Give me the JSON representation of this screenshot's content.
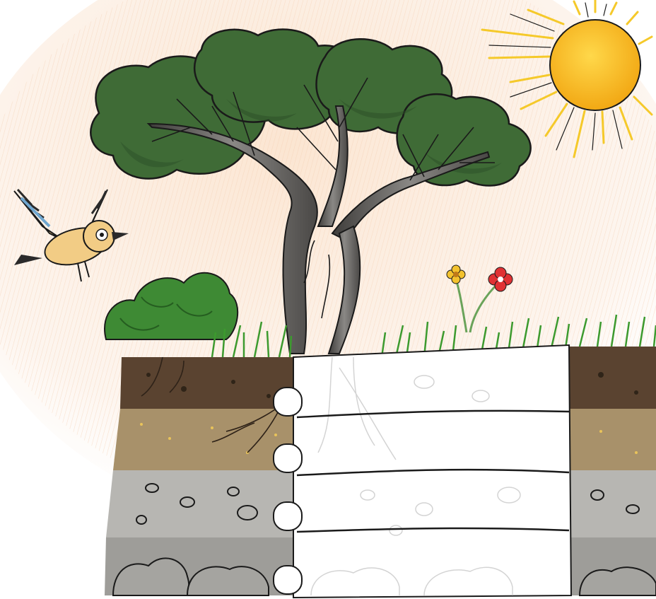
{
  "scene": {
    "elements": [
      "sun-icon",
      "tree-icon",
      "bird-icon",
      "bush-icon",
      "flower-icon",
      "grass",
      "soil-layers",
      "soil-cutaway",
      "label-boxes"
    ]
  },
  "colors": {
    "sky_wash": "#fbe9d9",
    "sun": "#f7b51b",
    "sun_ray": "#f5c92a",
    "foliage": "#3f6b36",
    "foliage_dark": "#2c4f27",
    "trunk": "#6f6d6a",
    "bush": "#3e8a34",
    "grass": "#3c9a2e",
    "topsoil": "#5a4330",
    "subsoil": "#a8916a",
    "gravel": "#b7b6b2",
    "bedrock": "#9e9d99",
    "bird_body": "#f2cc85",
    "flower_red": "#e03234",
    "flower_yellow": "#f3c22e"
  },
  "soil_layers": [
    {
      "name": "topsoil-layer",
      "label": ""
    },
    {
      "name": "subsoil-layer",
      "label": ""
    },
    {
      "name": "gravel-layer",
      "label": ""
    },
    {
      "name": "bedrock-layer",
      "label": ""
    }
  ],
  "label_boxes": [
    {
      "name": "label-box-1",
      "value": ""
    },
    {
      "name": "label-box-2",
      "value": ""
    },
    {
      "name": "label-box-3",
      "value": ""
    },
    {
      "name": "label-box-4",
      "value": ""
    }
  ]
}
